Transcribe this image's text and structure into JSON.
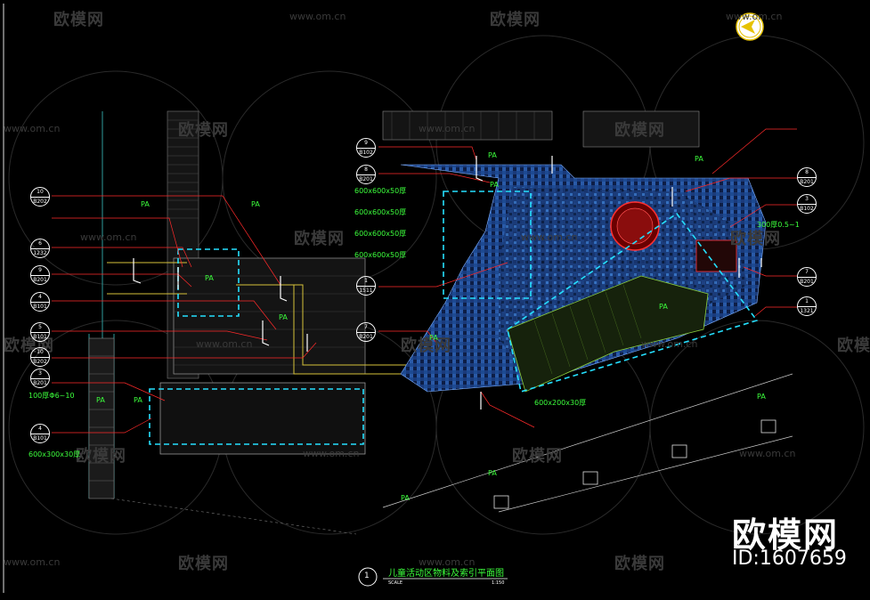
{
  "watermarks": {
    "logo_text": "欧模网",
    "url_text": "www.om.cn"
  },
  "brand": {
    "name": "欧模网",
    "id": "ID:1607659"
  },
  "drawing": {
    "title": "儿童活动区物料及索引平面图",
    "title_number": "1",
    "scale_left": "SCALE",
    "scale_right": "1:150",
    "area_label": "PA"
  },
  "refs_left": [
    {
      "num": "10",
      "code": "B202"
    },
    {
      "num": "6",
      "code": "1232"
    },
    {
      "num": "9",
      "code": "B201"
    },
    {
      "num": "4",
      "code": "B101"
    },
    {
      "num": "5",
      "code": "B101"
    },
    {
      "num": "10",
      "code": "B202"
    },
    {
      "num": "3",
      "code": "B201"
    },
    {
      "num": "4",
      "code": "B101"
    }
  ],
  "refs_mid": [
    {
      "num": "9",
      "code": "B102"
    },
    {
      "num": "8",
      "code": "B201"
    },
    {
      "num": "1",
      "code": "1511"
    },
    {
      "num": "7",
      "code": "B201"
    }
  ],
  "refs_right": [
    {
      "num": "8",
      "code": "B201"
    },
    {
      "num": "3",
      "code": "B102"
    },
    {
      "num": "7",
      "code": "B201"
    },
    {
      "num": "1",
      "code": "1321"
    }
  ],
  "labels_mid": [
    "600x600x50厚",
    "600x600x50厚",
    "600x600x50厚",
    "600x600x50厚"
  ],
  "labels_left": [
    "100厚Φ6~10",
    "600x300x30厚"
  ],
  "label_bottom": "600x200x30厚",
  "label_right": "300厚0.5~1"
}
